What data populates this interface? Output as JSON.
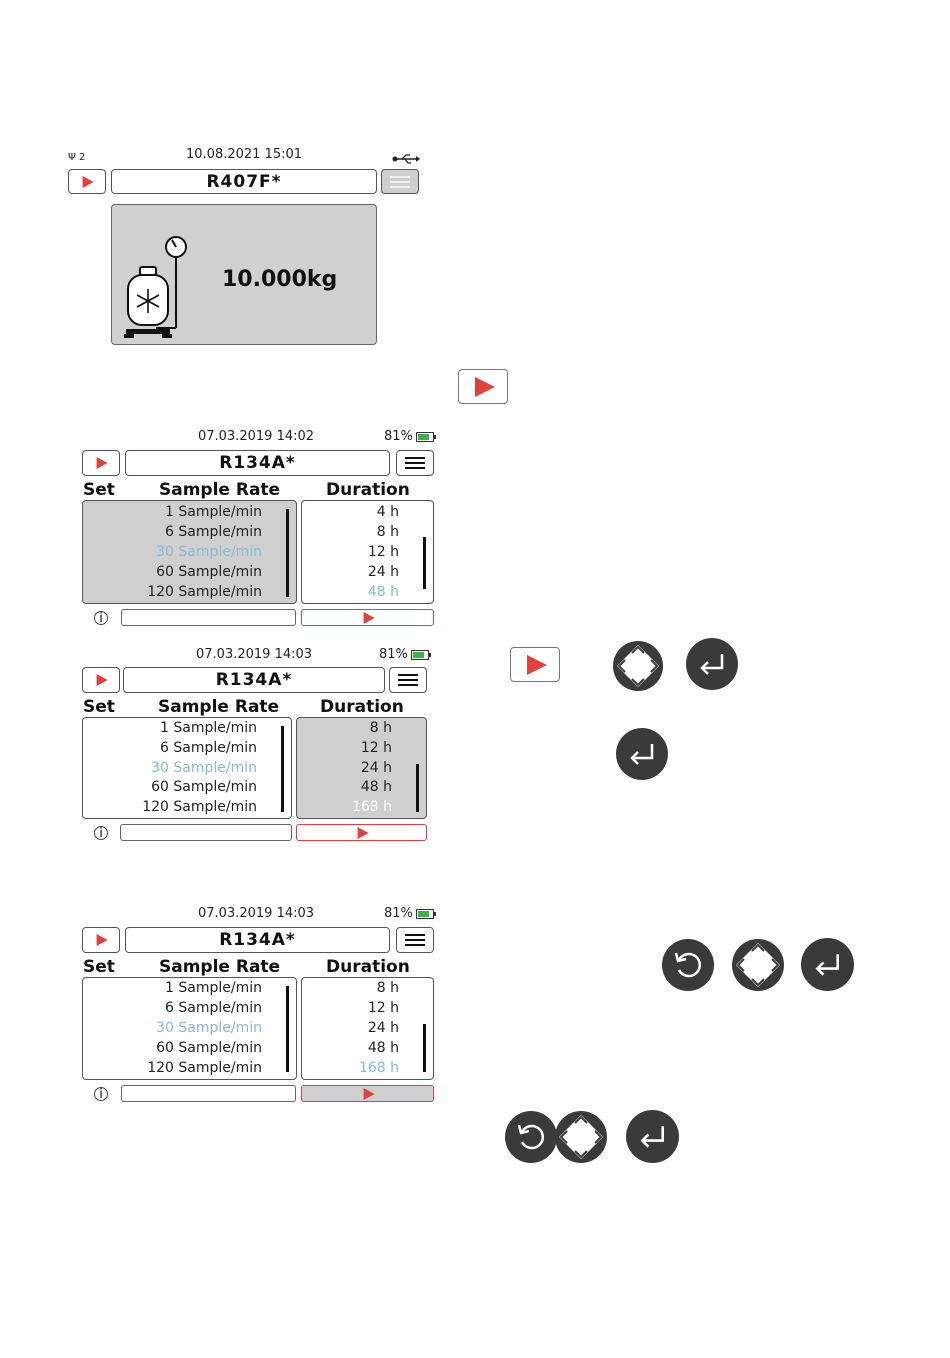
{
  "screen1": {
    "signal_label": "Ψ 2",
    "datetime": "10.08.2021  15:01",
    "refrigerant": "R407F*",
    "weight": "10.000kg"
  },
  "screen2": {
    "datetime": "07.03.2019  14:02",
    "battery": "81%",
    "refrigerant": "R134A*",
    "headers": {
      "set": "Set",
      "rate": "Sample Rate",
      "duration": "Duration"
    },
    "rates": [
      "1 Sample/min",
      "6 Sample/min",
      "30 Sample/min",
      "60 Sample/min",
      "120 Sample/min"
    ],
    "durations": [
      "4 h",
      "8 h",
      "12 h",
      "24 h",
      "48 h"
    ],
    "info": "i"
  },
  "screen3": {
    "datetime": "07.03.2019  14:03",
    "battery": "81%",
    "refrigerant": "R134A*",
    "headers": {
      "set": "Set",
      "rate": "Sample Rate",
      "duration": "Duration"
    },
    "rates": [
      "1 Sample/min",
      "6 Sample/min",
      "30 Sample/min",
      "60 Sample/min",
      "120 Sample/min"
    ],
    "durations": [
      "8 h",
      "12 h",
      "24 h",
      "48 h",
      "168 h"
    ],
    "info": "i"
  },
  "screen4": {
    "datetime": "07.03.2019  14:03",
    "battery": "81%",
    "refrigerant": "R134A*",
    "headers": {
      "set": "Set",
      "rate": "Sample Rate",
      "duration": "Duration"
    },
    "rates": [
      "1 Sample/min",
      "6 Sample/min",
      "30 Sample/min",
      "60 Sample/min",
      "120 Sample/min"
    ],
    "durations": [
      "8 h",
      "12 h",
      "24 h",
      "48 h",
      "168 h"
    ],
    "info": "i"
  },
  "icons": {
    "play": "play-icon",
    "menu": "menu-icon",
    "nav": "nav-pad-icon",
    "enter": "enter-icon",
    "back": "back-icon",
    "usb": "usb-icon",
    "battery": "battery-icon",
    "info": "info-icon"
  },
  "colors": {
    "accent_red": "#e0413c",
    "selected_blue": "#8ab8d6",
    "panel_gray": "#d0d0d0",
    "button_dark": "#3a3a3a",
    "battery_green": "#3fb04a"
  }
}
